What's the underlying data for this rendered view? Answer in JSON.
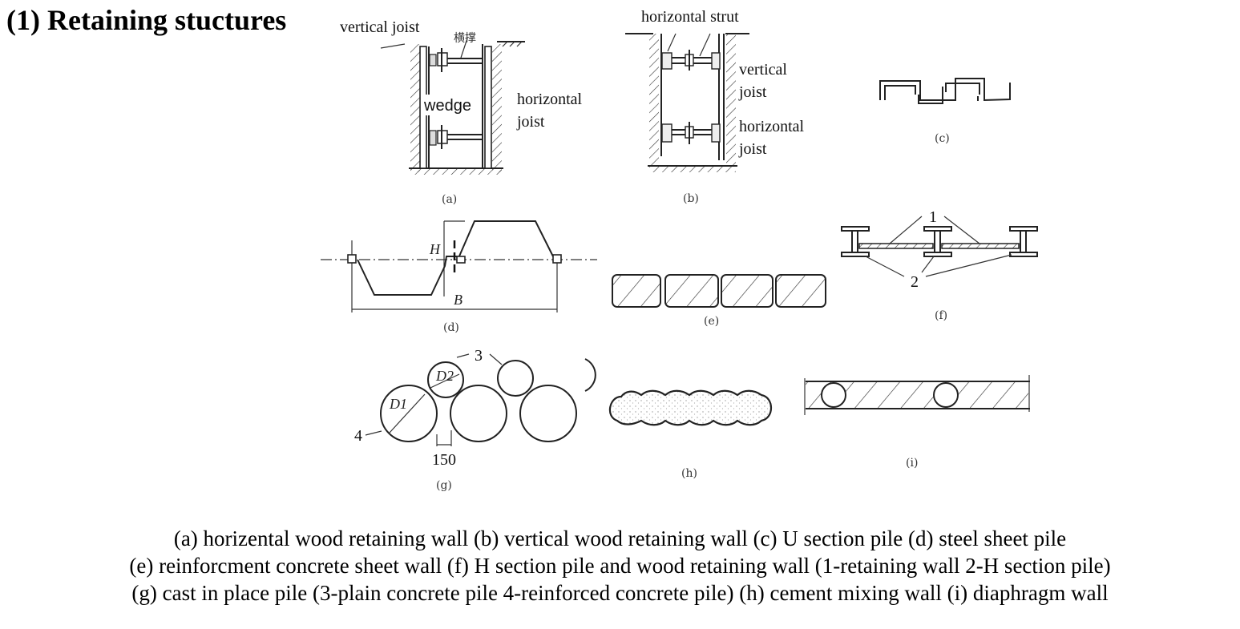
{
  "title": "(1) Retaining stuctures",
  "figures": {
    "a": {
      "label": "(a)",
      "annotations": [
        "vertical joist",
        "横撑",
        "wedge",
        "horizontal",
        "joist"
      ]
    },
    "b": {
      "label": "(b)",
      "annotations": [
        "horizontal strut",
        "vertical",
        "joist",
        "horizontal",
        "joist"
      ]
    },
    "c": {
      "label": "(c)"
    },
    "d": {
      "label": "(d)",
      "annotations": [
        "H",
        "B"
      ]
    },
    "e": {
      "label": "(e)"
    },
    "f": {
      "label": "(f)",
      "annotations": [
        "1",
        "2"
      ]
    },
    "g": {
      "label": "(g)",
      "annotations": [
        "3",
        "4",
        "D1",
        "D2",
        "150"
      ]
    },
    "h": {
      "label": "(h)"
    },
    "i": {
      "label": "(i)"
    }
  },
  "caption": {
    "lines": [
      "(a) horizental wood retaining wall (b) vertical wood retaining wall (c) U section pile  (d) steel sheet pile",
      "(e) reinforcment concrete sheet wall (f) H section pile and wood retaining wall (1-retaining wall 2-H section pile)",
      "(g) cast in place pile (3-plain concrete pile 4-reinforced concrete pile) (h) cement mixing wall (i) diaphragm wall"
    ]
  }
}
